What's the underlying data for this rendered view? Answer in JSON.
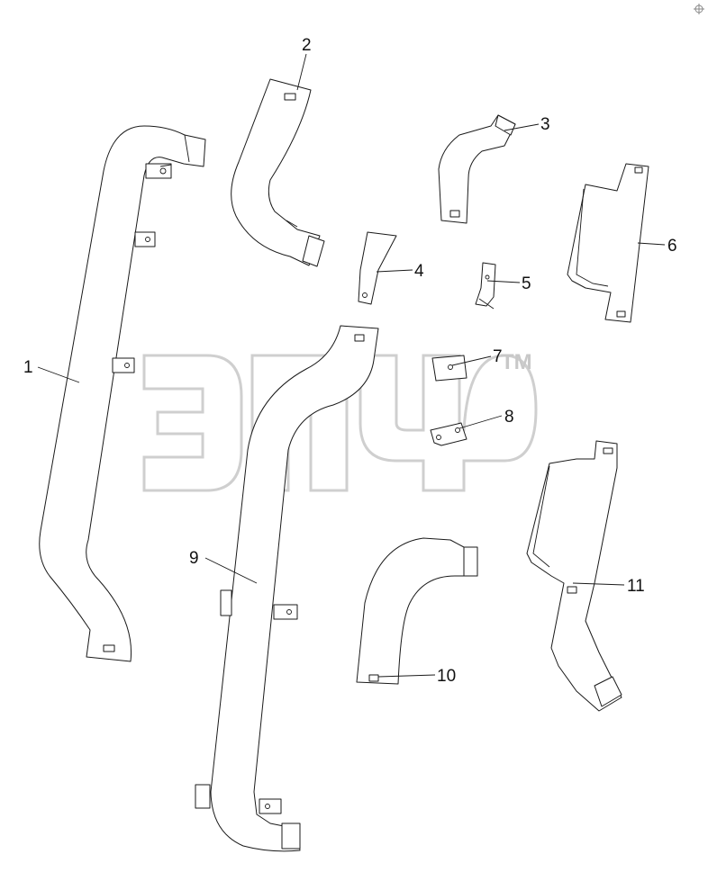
{
  "watermark": {
    "mark": "TM",
    "color": "#c8c8c8"
  },
  "callouts": [
    "1",
    "2",
    "3",
    "4",
    "5",
    "6",
    "7",
    "8",
    "9",
    "10",
    "11"
  ],
  "icons": {
    "corner_mark": "gear-icon"
  }
}
